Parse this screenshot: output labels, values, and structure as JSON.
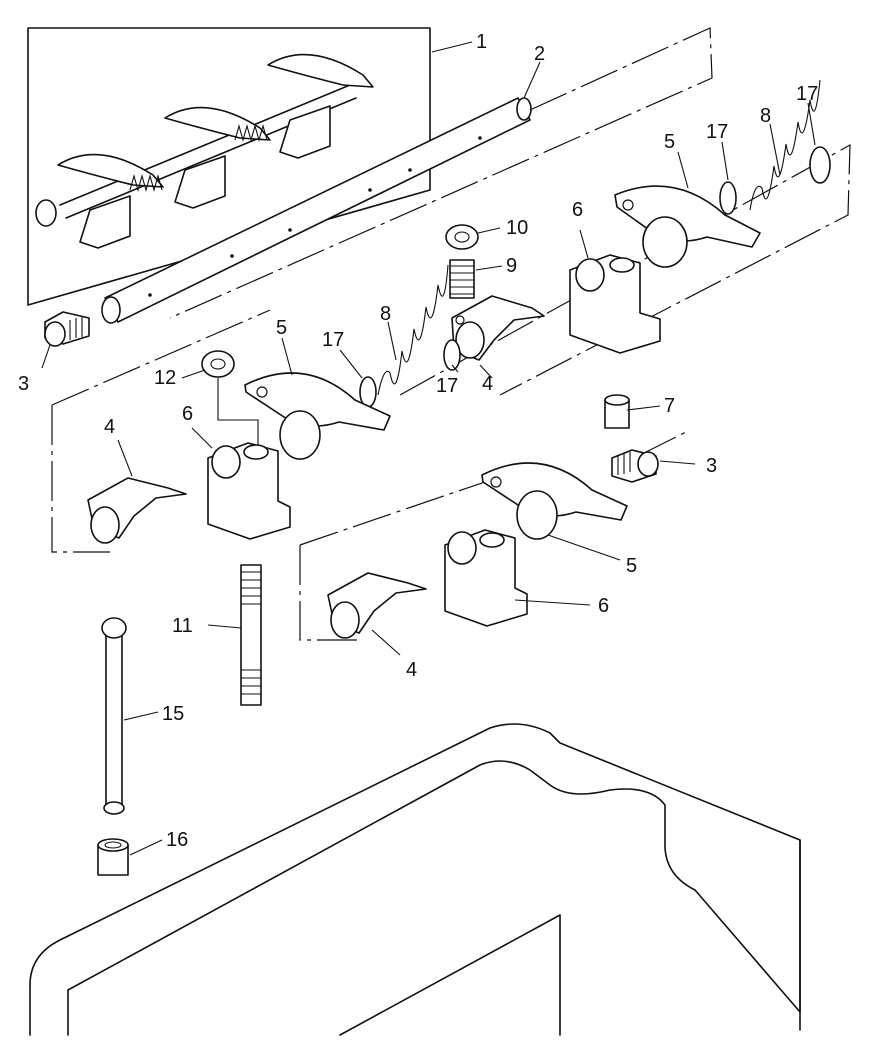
{
  "labels": {
    "l1": "1",
    "l2": "2",
    "l3a": "3",
    "l3b": "3",
    "l4a": "4",
    "l4b": "4",
    "l4c": "4",
    "l5a": "5",
    "l5b": "5",
    "l5c": "5",
    "l6a": "6",
    "l6b": "6",
    "l6c": "6",
    "l7": "7",
    "l8a": "8",
    "l8b": "8",
    "l9": "9",
    "l10": "10",
    "l11": "11",
    "l12": "12",
    "l15": "15",
    "l16": "16",
    "l17a": "17",
    "l17b": "17",
    "l17c": "17",
    "l17d": "17"
  }
}
